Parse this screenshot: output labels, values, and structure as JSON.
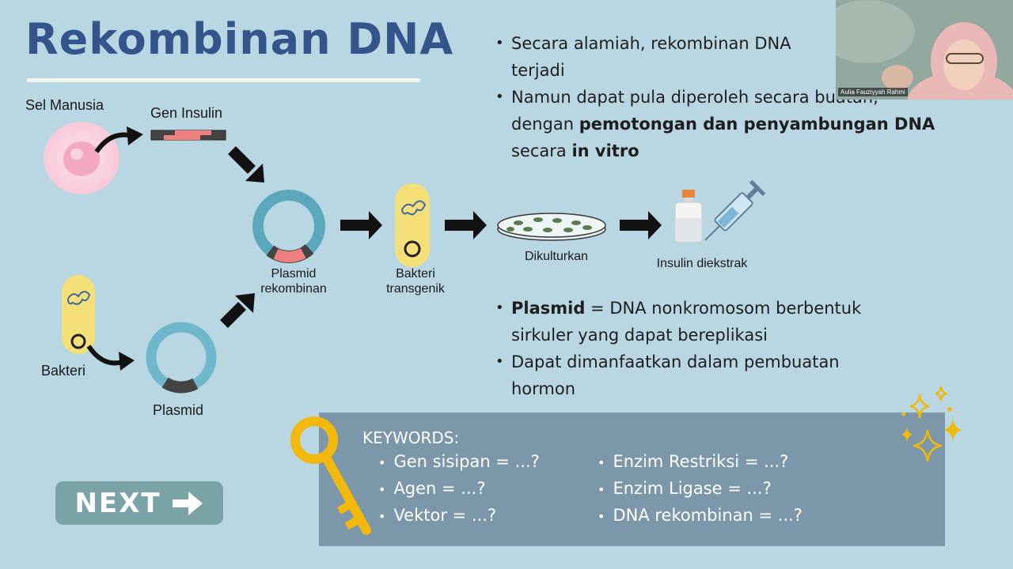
{
  "title": "Rekombinan DNA",
  "diagram": {
    "sel_manusia": "Sel Manusia",
    "gen_insulin": "Gen Insulin",
    "bakteri": "Bakteri",
    "plasmid": "Plasmid",
    "plasmid_rekombinan": [
      "Plasmid",
      "rekombinan"
    ],
    "bakteri_transgenik": [
      "Bakteri",
      "transgenik"
    ],
    "dikulturkan": "Dikulturkan",
    "insulin_diekstrak": "Insulin diekstrak"
  },
  "bullets_top": [
    {
      "parts": [
        {
          "t": "Secara alamiah, rekombinan DNA",
          "b": false
        }
      ]
    },
    {
      "parts": [
        {
          "t": "terjadi",
          "b": false
        }
      ],
      "continuation": true
    },
    {
      "parts": [
        {
          "t": "Namun dapat pula diperoleh secara buatan,",
          "b": false
        }
      ]
    },
    {
      "parts": [
        {
          "t": "dengan ",
          "b": false
        },
        {
          "t": "pemotongan dan penyambungan DNA",
          "b": true
        }
      ],
      "continuation": true
    },
    {
      "parts": [
        {
          "t": "secara ",
          "b": false
        },
        {
          "t": "in vitro",
          "b": true
        }
      ],
      "continuation": true
    }
  ],
  "bullets_mid": [
    {
      "parts": [
        {
          "t": "Plasmid",
          "b": true
        },
        {
          "t": " = DNA nonkromosom berbentuk",
          "b": false
        }
      ]
    },
    {
      "parts": [
        {
          "t": "sirkuler yang dapat bereplikasi",
          "b": false
        }
      ],
      "continuation": true
    },
    {
      "parts": [
        {
          "t": "Dapat dimanfaatkan dalam pembuatan",
          "b": false
        }
      ]
    },
    {
      "parts": [
        {
          "t": "hormon",
          "b": false
        }
      ],
      "continuation": true
    }
  ],
  "keywords": {
    "heading": "KEYWORDS:",
    "left": [
      "Gen sisipan = ...?",
      "Agen = ...?",
      "Vektor = ...?"
    ],
    "right": [
      "Enzim Restriksi = ...?",
      "Enzim Ligase = ...?",
      "DNA rekombinan = ...?"
    ]
  },
  "next_button": "NEXT",
  "webcam_name": "Aulia Fauziyyah Rahmi",
  "colors": {
    "background": "#b9d7e3",
    "title": "#34558b",
    "keyword_box": "#7c97a9",
    "plasmid_ring": "#6fb8cc",
    "insulin_gene": "#f08080",
    "bacteria": "#f4df78",
    "next_button": "#7aa3a8"
  }
}
